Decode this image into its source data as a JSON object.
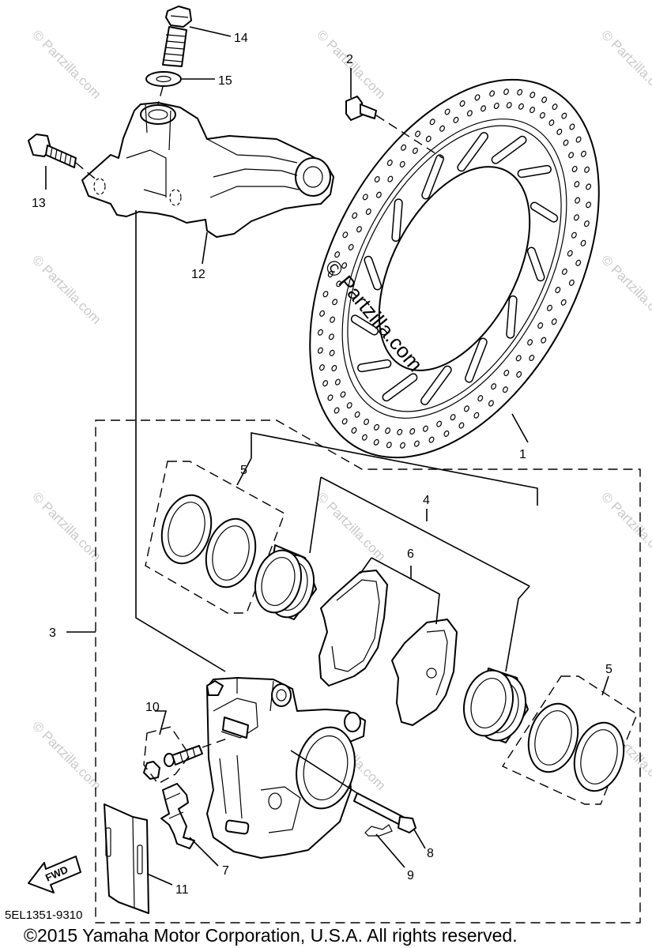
{
  "watermark": "© Partzilla.com",
  "center_watermark": "© Partzilla.com",
  "fwd_label": "FWD",
  "diagram_code": "5EL1351-9310",
  "copyright": "©2015 Yamaha Motor Corporation, U.S.A. All rights reserved.",
  "callouts": {
    "c1": "1",
    "c2": "2",
    "c3": "3",
    "c4": "4",
    "c5a": "5",
    "c5b": "5",
    "c6": "6",
    "c7": "7",
    "c8": "8",
    "c9": "9",
    "c10": "10",
    "c11": "11",
    "c12": "12",
    "c13": "13",
    "c14": "14",
    "c15": "15"
  }
}
